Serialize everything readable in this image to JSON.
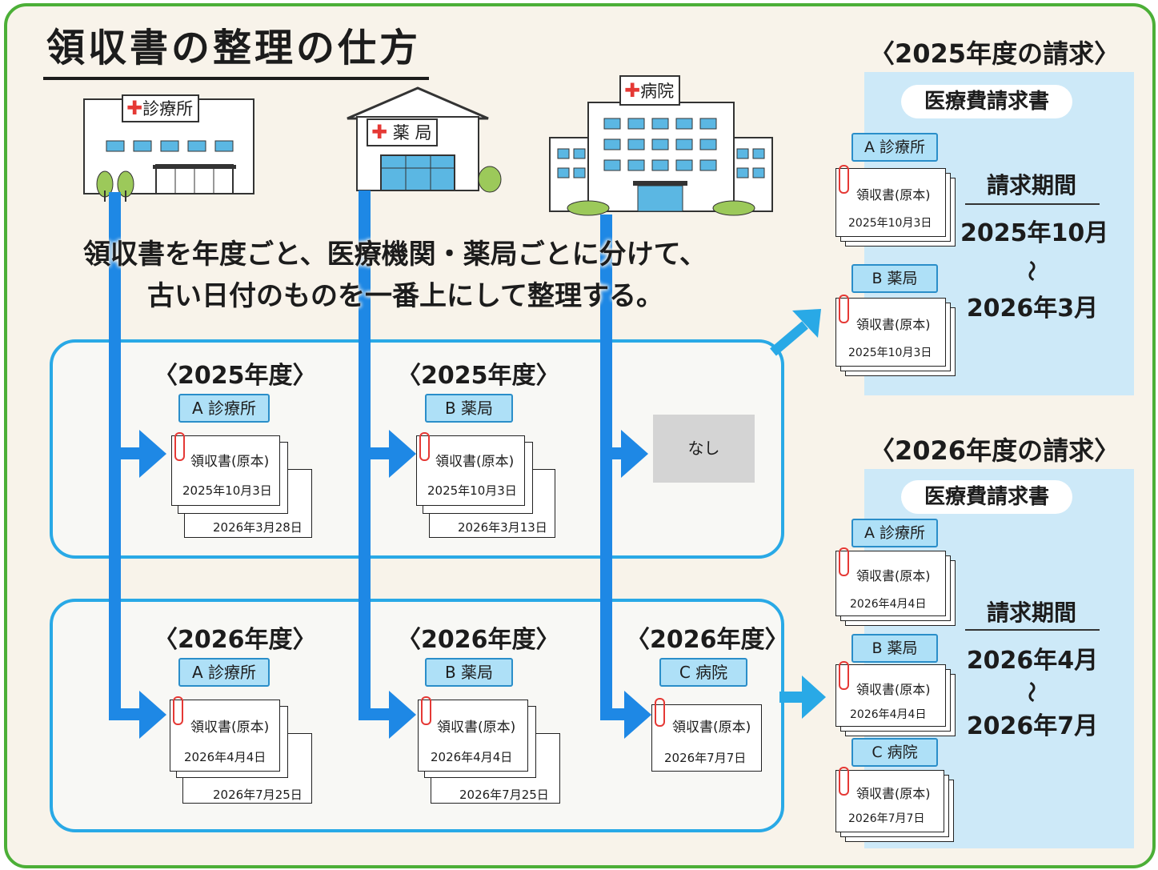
{
  "title": "領収書の整理の仕方",
  "buildings": {
    "clinic": "診療所",
    "pharmacy": "薬 局",
    "hospital": "病院"
  },
  "instruction": {
    "line1": "領収書を年度ごと、医療機関・薬局ごとに分けて、",
    "line2": "古い日付のものを一番上にして整理する。"
  },
  "fy2025": {
    "year_label": "〈2025年度〉",
    "clinic": {
      "tag": "A 診療所",
      "doc": "領収書(原本)",
      "date_top": "2025年10月3日",
      "date_bottom": "2026年3月28日"
    },
    "pharmacy": {
      "tag": "B 薬局",
      "doc": "領収書(原本)",
      "date_top": "2025年10月3日",
      "date_bottom": "2026年3月13日"
    },
    "hospital": {
      "none": "なし"
    }
  },
  "fy2026": {
    "year_label": "〈2026年度〉",
    "clinic": {
      "tag": "A 診療所",
      "doc": "領収書(原本)",
      "date_top": "2026年4月4日",
      "date_bottom": "2026年7月25日"
    },
    "pharmacy": {
      "tag": "B 薬局",
      "doc": "領収書(原本)",
      "date_top": "2026年4月4日",
      "date_bottom": "2026年7月25日"
    },
    "hospital": {
      "tag": "C 病院",
      "doc": "領収書(原本)",
      "date_top": "2026年7月7日"
    }
  },
  "claim2025": {
    "title": "〈2025年度の請求〉",
    "form": "医療費請求書",
    "items": [
      {
        "tag": "A 診療所",
        "doc": "領収書(原本)",
        "date": "2025年10月3日"
      },
      {
        "tag": "B 薬局",
        "doc": "領収書(原本)",
        "date": "2025年10月3日"
      }
    ],
    "period_label": "請求期間",
    "period_from": "2025年10月",
    "tilde": "～",
    "period_to": "2026年3月"
  },
  "claim2026": {
    "title": "〈2026年度の請求〉",
    "form": "医療費請求書",
    "items": [
      {
        "tag": "A 診療所",
        "doc": "領収書(原本)",
        "date": "2026年4月4日"
      },
      {
        "tag": "B 薬局",
        "doc": "領収書(原本)",
        "date": "2026年4月4日"
      },
      {
        "tag": "C 病院",
        "doc": "領収書(原本)",
        "date": "2026年7月7日"
      }
    ],
    "period_label": "請求期間",
    "period_from": "2026年4月",
    "tilde": "～",
    "period_to": "2026年7月"
  },
  "colors": {
    "frame": "#4caf37",
    "flow": "#1e88e5",
    "panel_border": "#29a9e6",
    "tag_fill": "#aee0f7",
    "claim_fill": "#cde9f8",
    "clip": "#e53935"
  }
}
